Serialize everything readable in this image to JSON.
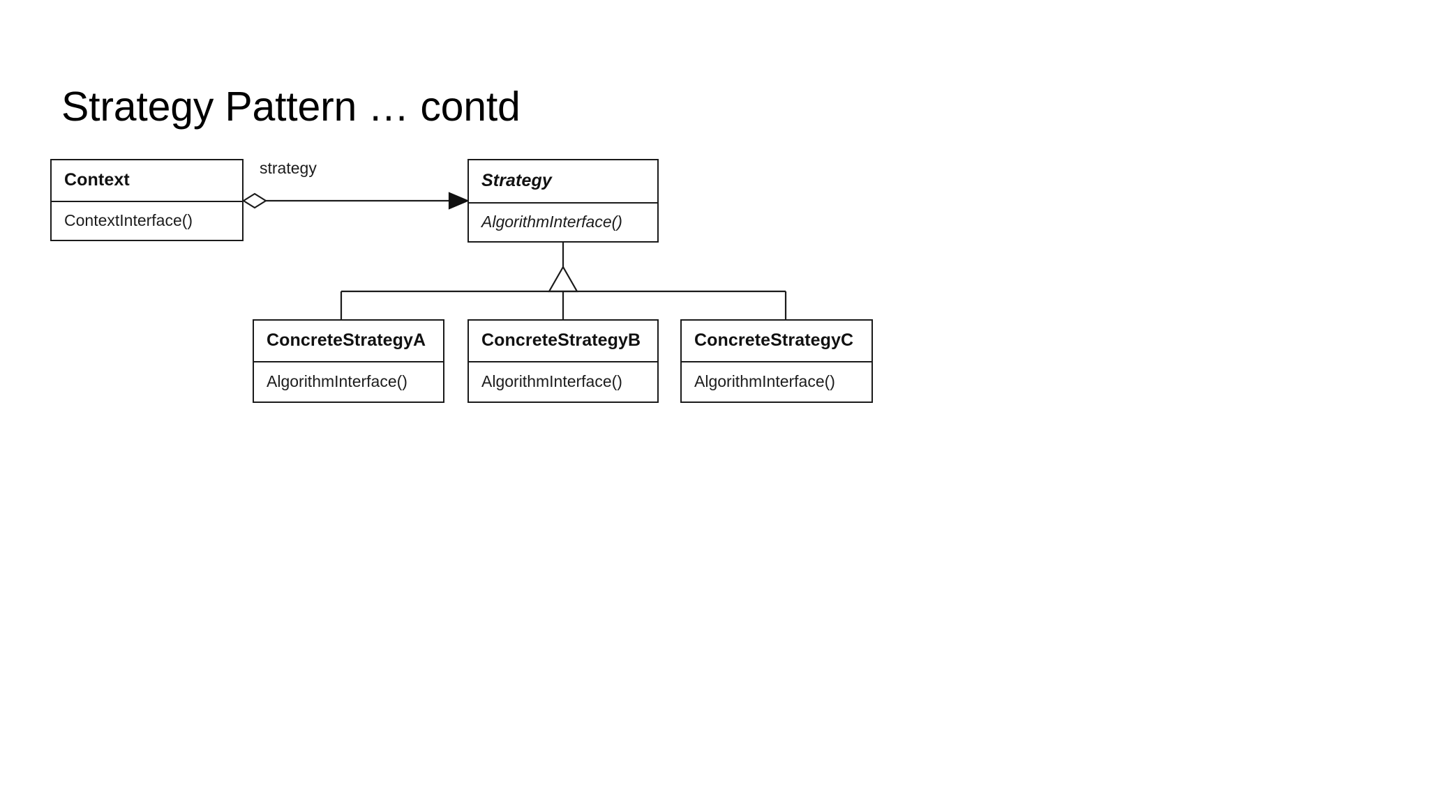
{
  "slide": {
    "title": "Strategy Pattern … contd",
    "background_color": "#ffffff",
    "stroke_color": "#1a1a1a",
    "text_color": "#000000"
  },
  "diagram": {
    "kind": "uml-class-diagram",
    "pattern": "Strategy",
    "classes": [
      {
        "id": "context",
        "name": "Context",
        "stereotype": "",
        "abstract": false,
        "operations": [
          "ContextInterface()"
        ]
      },
      {
        "id": "strategy",
        "name": "Strategy",
        "stereotype": "",
        "abstract": true,
        "operations": [
          "AlgorithmInterface()"
        ]
      },
      {
        "id": "concrete-a",
        "name": "ConcreteStrategyA",
        "stereotype": "",
        "abstract": false,
        "operations": [
          "AlgorithmInterface()"
        ]
      },
      {
        "id": "concrete-b",
        "name": "ConcreteStrategyB",
        "stereotype": "",
        "abstract": false,
        "operations": [
          "AlgorithmInterface()"
        ]
      },
      {
        "id": "concrete-c",
        "name": "ConcreteStrategyC",
        "stereotype": "",
        "abstract": false,
        "operations": [
          "AlgorithmInterface()"
        ]
      }
    ],
    "relationships": [
      {
        "type": "aggregation",
        "from": "context",
        "to": "strategy",
        "source_decoration": "hollow-diamond",
        "target_decoration": "filled-arrow",
        "role_label": "strategy"
      },
      {
        "type": "generalization",
        "from": "concrete-a",
        "to": "strategy",
        "target_decoration": "hollow-triangle"
      },
      {
        "type": "generalization",
        "from": "concrete-b",
        "to": "strategy",
        "target_decoration": "hollow-triangle"
      },
      {
        "type": "generalization",
        "from": "concrete-c",
        "to": "strategy",
        "target_decoration": "hollow-triangle"
      }
    ]
  }
}
